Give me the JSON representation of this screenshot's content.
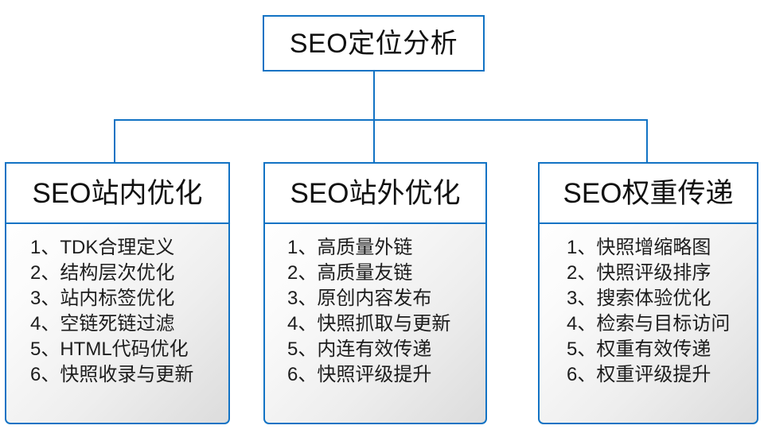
{
  "diagram": {
    "type": "organization-tree",
    "accent_color": "#1273c4",
    "text_color": "#111111",
    "background_color": "#ffffff",
    "body_gradient_from": "#fefefe",
    "body_gradient_to": "#dcdcdc",
    "root": {
      "title": "SEO定位分析"
    },
    "branches": [
      {
        "title": "SEO站内优化",
        "items": [
          "1、TDK合理定义",
          "2、结构层次优化",
          "3、站内标签优化",
          "4、空链死链过滤",
          "5、HTML代码优化",
          "6、快照收录与更新"
        ]
      },
      {
        "title": "SEO站外优化",
        "items": [
          "1、高质量外链",
          "2、高质量友链",
          "3、原创内容发布",
          "4、快照抓取与更新",
          "5、内连有效传递",
          "6、快照评级提升"
        ]
      },
      {
        "title": "SEO权重传递",
        "items": [
          "1、快照增缩略图",
          "2、快照评级排序",
          "3、搜索体验优化",
          "4、检索与目标访问",
          "5、权重有效传递",
          "6、权重评级提升"
        ]
      }
    ]
  }
}
